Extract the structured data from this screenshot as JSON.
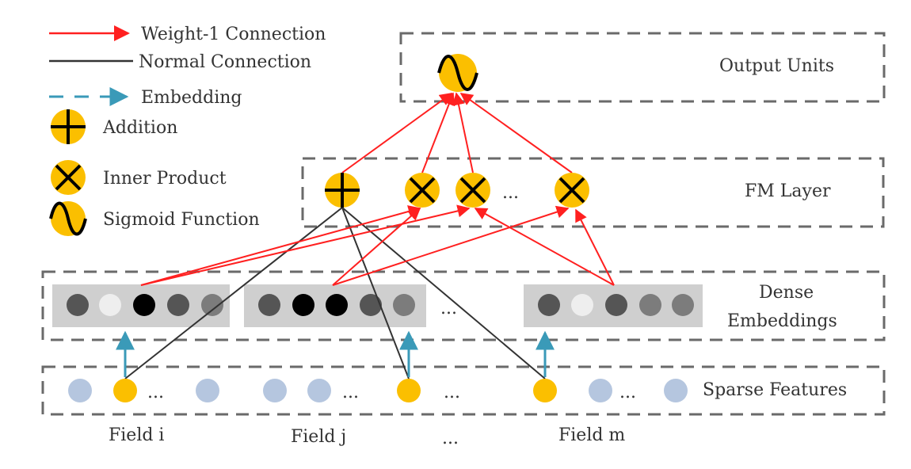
{
  "legend": {
    "weight1": "Weight-1 Connection",
    "normal": "Normal Connection",
    "embedding": "Embedding",
    "addition": "Addition",
    "inner_product": "Inner Product",
    "sigmoid": "Sigmoid Function"
  },
  "layers": {
    "output": "Output Units",
    "fm": "FM Layer",
    "dense_line1": "Dense",
    "dense_line2": "Embeddings",
    "sparse": "Sparse Features"
  },
  "fields": {
    "i": "Field i",
    "j": "Field j",
    "m": "Field m",
    "ellipsis": "..."
  },
  "ellipsis": "...",
  "colors": {
    "weight1": "#ff2020",
    "normal": "#333333",
    "embedding": "#3a9ab8",
    "unit": "#fbbf00",
    "sparse_off": "#b5c6df",
    "box_border": "#6a6a6a",
    "embedding_bg": "#cfcfcf"
  },
  "icons": [
    "addition-icon",
    "inner-product-icon",
    "sigmoid-icon"
  ]
}
